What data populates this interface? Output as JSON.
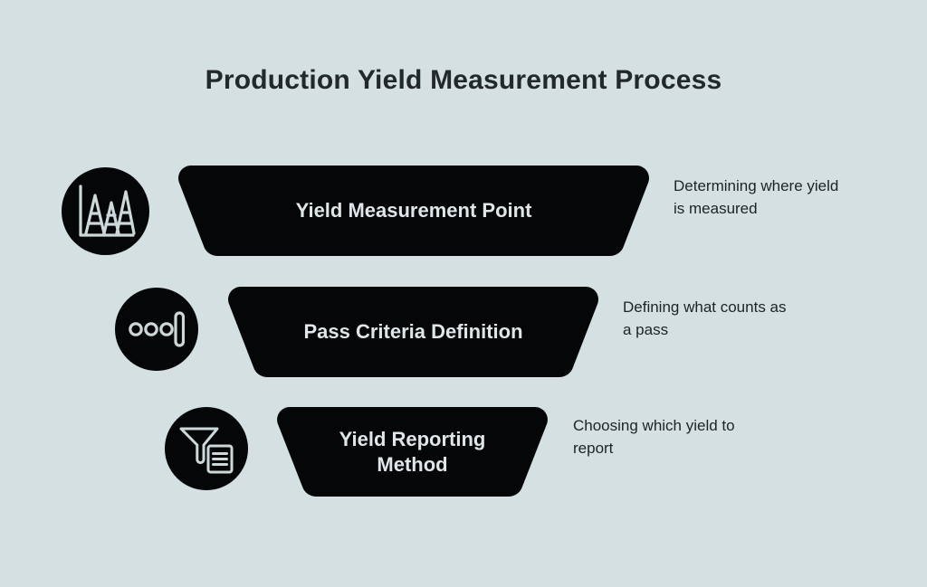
{
  "page": {
    "title": "Production Yield Measurement Process",
    "background_color": "#d5e0e2",
    "shape_color": "#050607",
    "shape_text_color": "#dfe6e9",
    "text_color": "#1d2326"
  },
  "steps": [
    {
      "icon": "measurement-towers-chart-icon",
      "label": "Yield Measurement Point",
      "description": "Determining where yield\nis measured"
    },
    {
      "icon": "pass-criteria-dots-icon",
      "label": "Pass Criteria Definition",
      "description": "Defining what counts as\na pass"
    },
    {
      "icon": "funnel-report-icon",
      "label": "Yield Reporting\nMethod",
      "description": "Choosing which yield to\nreport"
    }
  ]
}
